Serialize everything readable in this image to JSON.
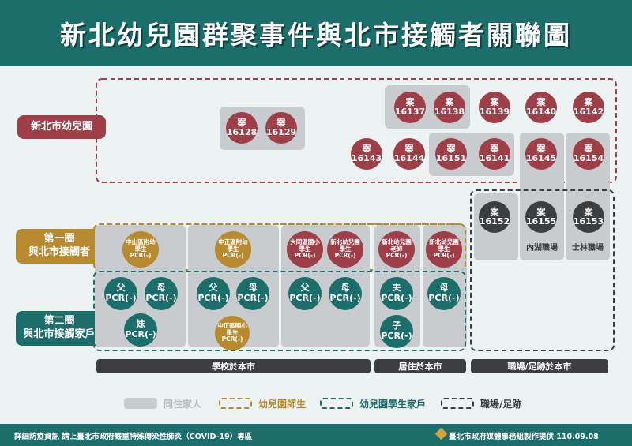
{
  "title": "新北幼兒園群聚事件與北市接觸者關聯圖",
  "labels": {
    "kindergarten": "新北市幼兒園",
    "first_circle": "第一圈\n與北市接觸者",
    "second_circle": "第二圈\n與北市接觸家戶"
  },
  "cases": [
    {
      "label": "案",
      "num": "16137"
    },
    {
      "label": "案",
      "num": "16138"
    },
    {
      "label": "案",
      "num": "16139"
    },
    {
      "label": "案",
      "num": "16140"
    },
    {
      "label": "案",
      "num": "16142"
    },
    {
      "label": "案",
      "num": "16128"
    },
    {
      "label": "案",
      "num": "16129"
    },
    {
      "label": "案",
      "num": "16143"
    },
    {
      "label": "案",
      "num": "16144"
    },
    {
      "label": "案",
      "num": "16151"
    },
    {
      "label": "案",
      "num": "16141"
    },
    {
      "label": "案",
      "num": "16145"
    },
    {
      "label": "案",
      "num": "16154"
    },
    {
      "label": "案",
      "num": "16152"
    },
    {
      "label": "案",
      "num": "16155"
    },
    {
      "label": "案",
      "num": "16153"
    }
  ],
  "workplaces": [
    "內湖職場",
    "士林職場"
  ],
  "first_circle": [
    "中山區附幼\n學生\nPCR(-)",
    "中正區附幼\n學生\nPCR(-)",
    "大同區國小\n學生\nPCR(-)",
    "新北幼兒園\n學生\nPCR(-)",
    "新北幼兒園\n老師\nPCR(-)",
    "新北幼兒園\n學生\nPCR(-)"
  ],
  "second_circle": [
    {
      "role": "父",
      "result": "PCR(-)"
    },
    {
      "role": "母",
      "result": "PCR(-)"
    },
    {
      "role": "妹",
      "result": "PCR(-)"
    },
    {
      "role": "父",
      "result": "PCR(-)"
    },
    {
      "role": "母",
      "result": "PCR(-)"
    },
    {
      "role": "父",
      "result": "PCR(-)"
    },
    {
      "role": "母",
      "result": "PCR(-)"
    },
    {
      "role": "夫",
      "result": "PCR(-)"
    },
    {
      "role": "子",
      "result": "PCR(-)"
    },
    {
      "role": "母",
      "result": "PCR(-)"
    }
  ],
  "second_circle_student": "中正區國小\n學生\nPCR(-)",
  "bars": [
    "學校於本市",
    "居住於本市",
    "職場/足跡於本市"
  ],
  "legend": [
    "同住家人",
    "幼兒園師生",
    "幼兒園學生家戶",
    "職場/足跡"
  ],
  "footer": {
    "left": "詳細防疫資訊 請上臺北市政府嚴重特殊傳染性肺炎（COVID-19）專區",
    "right": "臺北市政府媒體事務組製作提供 110.09.08"
  },
  "colors": {
    "red": "#9e3e47",
    "teal": "#1c6e6b",
    "gold": "#b78a2d",
    "dark": "#3d3e40",
    "gray": "#c9ccce"
  }
}
